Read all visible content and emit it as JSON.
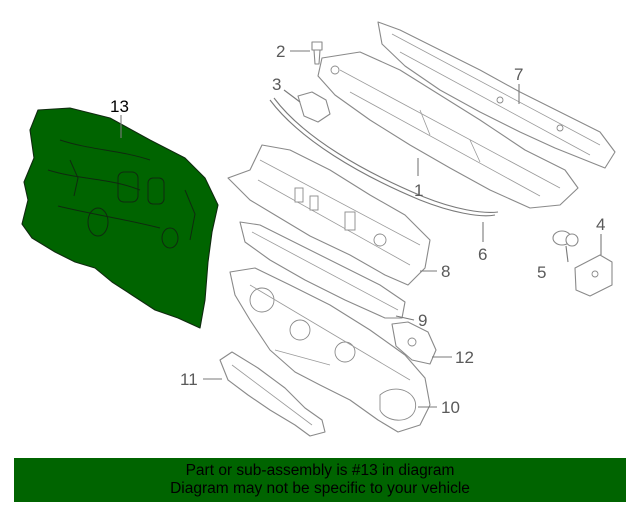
{
  "diagram": {
    "highlighted_part": "13",
    "callouts": [
      {
        "id": "c1",
        "label": "1"
      },
      {
        "id": "c2",
        "label": "2"
      },
      {
        "id": "c3",
        "label": "3"
      },
      {
        "id": "c4",
        "label": "4"
      },
      {
        "id": "c5",
        "label": "5"
      },
      {
        "id": "c6",
        "label": "6"
      },
      {
        "id": "c7",
        "label": "7"
      },
      {
        "id": "c8",
        "label": "8"
      },
      {
        "id": "c9",
        "label": "9"
      },
      {
        "id": "c10",
        "label": "10"
      },
      {
        "id": "c11",
        "label": "11"
      },
      {
        "id": "c12",
        "label": "12"
      },
      {
        "id": "c13",
        "label": "13"
      }
    ],
    "colors": {
      "highlight": "#006400",
      "line": "#8a8a8a",
      "banner": "#006400"
    }
  },
  "banner": {
    "line1": "Part or sub-assembly is #13 in diagram",
    "line2": "Diagram may not be specific to your vehicle"
  }
}
